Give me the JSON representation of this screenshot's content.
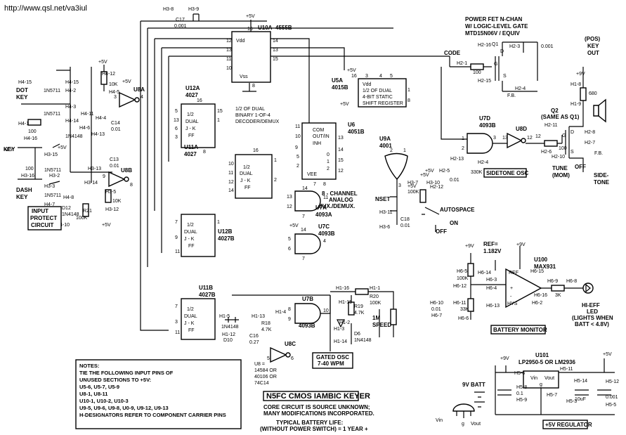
{
  "url": "http://www.qsl.net/va3iul",
  "title": "N5FC CMOS IAMBIC KEYER",
  "subtitle1": "CORE CIRCUIT IS SOURCE UNKNOWN;",
  "subtitle2": "MANY MODIFICATIONS INCORPORATED.",
  "battery_life1": "TYPICAL BATTERY LIFE:",
  "battery_life2": "(WITHOUT POWER SWITCH) = 1 YEAR +",
  "notes": [
    "NOTES:",
    "TIE THE FOLLOWING INPUT PINS OF",
    "UNUSED SECTIONS TO +5V:",
    "U5-6, U5-7, U5-9",
    "U8-1, U8-11",
    "U10-1, U10-2, U10-3",
    "U9-5, U9-6, U9-8, U0-9, U9-12, U9-13",
    "H-DESIGNATORS REFER TO COMPONENT CARRIER PINS"
  ],
  "labels": {
    "dot_key": "DOT\nKEY",
    "key": "KEY",
    "dash_key": "DASH\nKEY",
    "input_protect": "INPUT\nPROTECT\nCIRCUIT",
    "u10a": "U10A",
    "u10a_part": "4555B",
    "u10a_desc": "1/2 OF DUAL\nBINARY 1-OF-4\nDECODER/DEMUX",
    "u12a": "U12A\n4027",
    "u11a": "U11A\n4027",
    "u12b": "U12B\n4027B",
    "u11b": "U11B\n4027B",
    "u5a": "U5A\n4015B",
    "u5a_desc": "1/2 OF DUAL\n4-BIT STATIC\nSHIFT REGISTER",
    "u6": "U6\n4051B",
    "u6_desc": "8 - CHANNEL\nANALOG\nMUX./DEMUX.",
    "u9a": "U9A\n4001",
    "u7a": "U7A\n4093A",
    "u7c": "U7C\n4093B",
    "u7b": "U7B",
    "u7b_part": "4093B",
    "u7d": "U7D\n4093B",
    "u8d": "U8D",
    "u8a": "U8A",
    "u8b": "U8B",
    "u8c": "U8C",
    "u8_note": "U8 =\n14584 OR\n40106 OR\n74C14",
    "power_fet": "POWER FET  N-CHAN\nW/ LOGIC-LEVEL GATE\nMTD15N06V / EQUIV",
    "q1": "Q1",
    "pos_key_out": "(POS)\nKEY\nOUT",
    "q2": "Q2\n(SAME AS Q1)",
    "sidetone_osc": "SIDETONE OSC",
    "tune": "TUNE\n(MOM)",
    "off": "OFF",
    "sidetone": "SIDE-\nTONE",
    "autospace": "AUTOSPACE",
    "on": "ON",
    "off2": "OFF",
    "nset": "NSET",
    "code": "CODE",
    "u100": "U100\nMAX931",
    "ref": "REF=\n1.182V",
    "battery_monitor": "BATTERY MONITOR",
    "hi_eff_led": "HI-EFF\nLED\n(LIGHTS WHEN\nBATT < 4.8V)",
    "u101": "U101\nLP2950-5 OR LM2936",
    "batt": "9V BATT",
    "regulator": "+5V REGULATOR",
    "gated_osc": "GATED OSC\n7-40 WPM",
    "speed": "1M\nSPEED",
    "vin": "Vin",
    "vout": "Vout",
    "g": "g",
    "c17": "C17\n0.001",
    "c14": "C14\n0.01",
    "c13": "C13\n0.01",
    "c18": "C18\n0.01",
    "c16": "C16\n0.27",
    "r20": "R20\n100K",
    "r19": "R19\n4.7K",
    "r18": "R18\n4.7K",
    "r21": "R21\n100K",
    "d6": "D6\n1N4148",
    "d10": "1N4148\nD10",
    "d12": "D12\n1N4148"
  }
}
